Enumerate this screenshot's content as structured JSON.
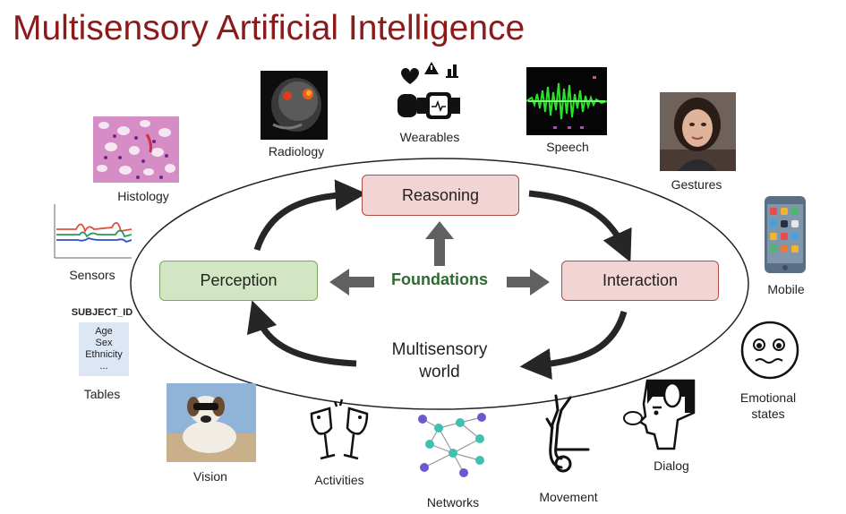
{
  "title": "Multisensory Artificial Intelligence",
  "center": {
    "reasoning": "Reasoning",
    "perception": "Perception",
    "interaction": "Interaction",
    "foundations": "Foundations",
    "world_line1": "Multisensory",
    "world_line2": "world"
  },
  "modalities": {
    "radiology": "Radiology",
    "wearables": "Wearables",
    "speech": "Speech",
    "histology": "Histology",
    "gestures": "Gestures",
    "sensors": "Sensors",
    "mobile": "Mobile",
    "vision": "Vision",
    "activities": "Activities",
    "networks": "Networks",
    "movement": "Movement",
    "dialog": "Dialog",
    "emotional_line1": "Emotional",
    "emotional_line2": "states",
    "tables": "Tables"
  },
  "table_card": {
    "header": "SUBJECT_ID",
    "rows": [
      "Age",
      "Sex",
      "Ethnicity",
      "..."
    ]
  },
  "colors": {
    "title": "#8b1a1a",
    "reasoning_fill": "#f3d4d4",
    "perception_fill": "#d3e6c4",
    "interaction_fill": "#f3d4d4",
    "foundations_text": "#2e6b2e"
  }
}
